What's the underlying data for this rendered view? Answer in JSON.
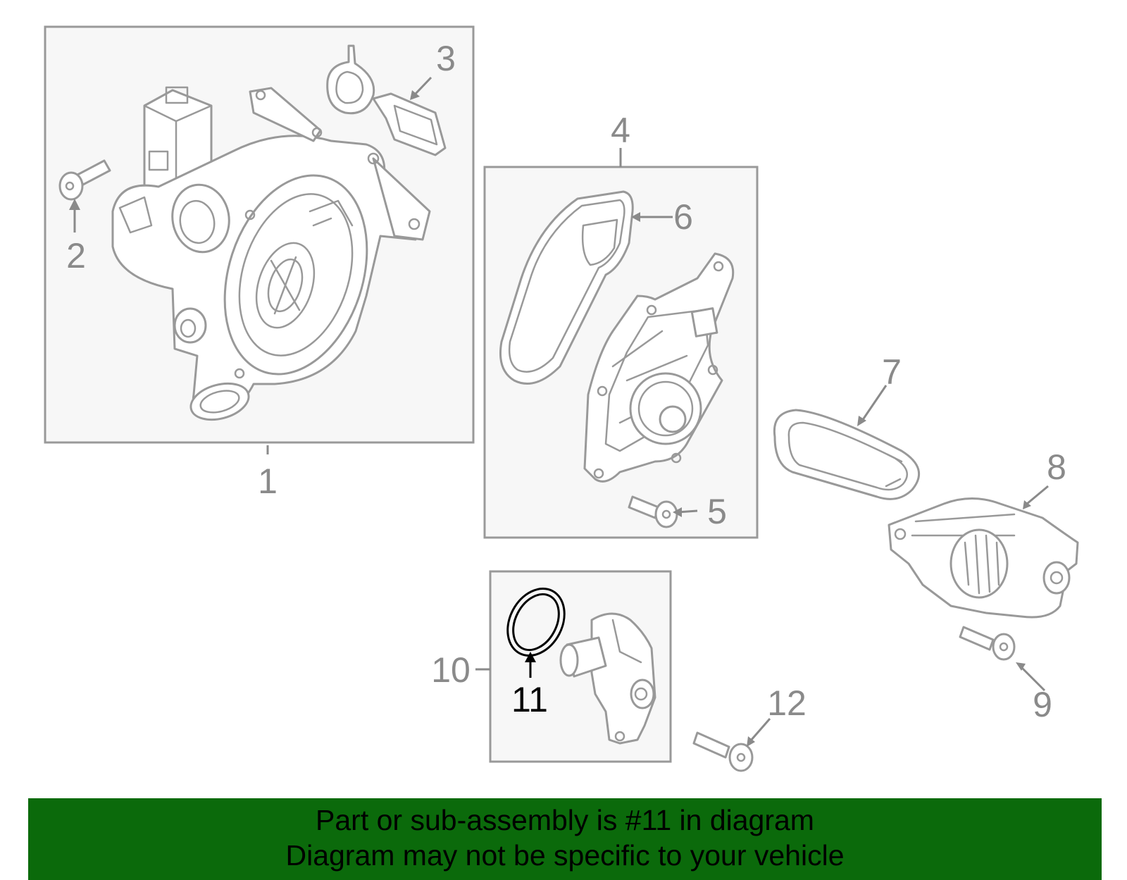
{
  "diagram": {
    "callouts": {
      "c1": "1",
      "c2": "2",
      "c3": "3",
      "c4": "4",
      "c5": "5",
      "c6": "6",
      "c7": "7",
      "c8": "8",
      "c9": "9",
      "c10": "10",
      "c11": "11",
      "c12": "12"
    },
    "highlight_callout": "11"
  },
  "banner": {
    "line1": "Part or sub-assembly is #11 in diagram",
    "line2": "Diagram may not be specific to your vehicle"
  },
  "colors": {
    "line_art": "#999999",
    "highlight": "#000000",
    "banner_bg": "#0b6a0b",
    "box_fill": "#f7f7f7"
  }
}
